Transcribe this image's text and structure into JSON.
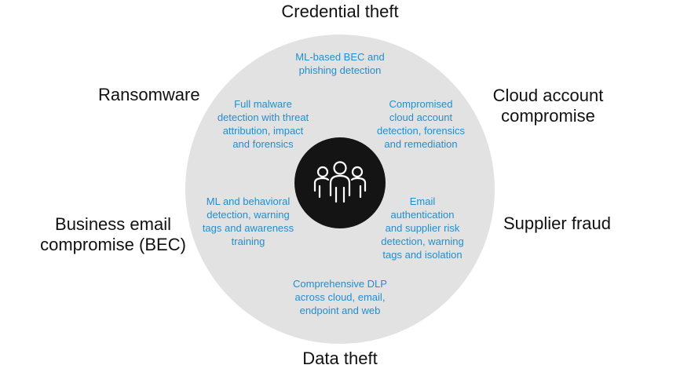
{
  "threats": {
    "credential_theft": "Credential theft",
    "ransomware": "Ransomware",
    "cloud_account_compromise": "Cloud account\ncompromise",
    "supplier_fraud": "Supplier fraud",
    "bec": "Business email\ncompromise (BEC)",
    "data_theft": "Data theft"
  },
  "capabilities": {
    "ml_bec_phishing": "ML-based BEC and\nphishing detection",
    "malware": "Full malware\ndetection with threat\nattribution, impact\nand forensics",
    "cloud_account": "Compromised\ncloud account\ndetection, forensics\nand remediation",
    "behavioral": "ML and behavioral\ndetection, warning\ntags and awareness\ntraining",
    "email_auth": "Email\nauthentication\nand supplier risk\ndetection, warning\ntags and isolation",
    "dlp": "Comprehensive DLP\nacross cloud, email,\nendpoint and web"
  },
  "colors": {
    "circle": "#e2e2e2",
    "hub": "#141414",
    "capability_text": "#1f8fd0",
    "threat_text": "#111111"
  },
  "hub_icon": "people-group-icon"
}
